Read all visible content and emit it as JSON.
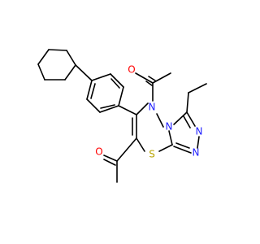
{
  "colors": {
    "carbon": "#000000",
    "nitrogen": "#1f1fff",
    "oxygen": "#ff0000",
    "sulfur": "#b8a400",
    "background": "#ffffff"
  },
  "atoms": {
    "n_ring_top": "N",
    "n_triazole_right": "N",
    "n_triazole_bottom": "N",
    "n_bridge": "N",
    "o_top": "O",
    "o_left": "O",
    "s_ring": "S"
  }
}
